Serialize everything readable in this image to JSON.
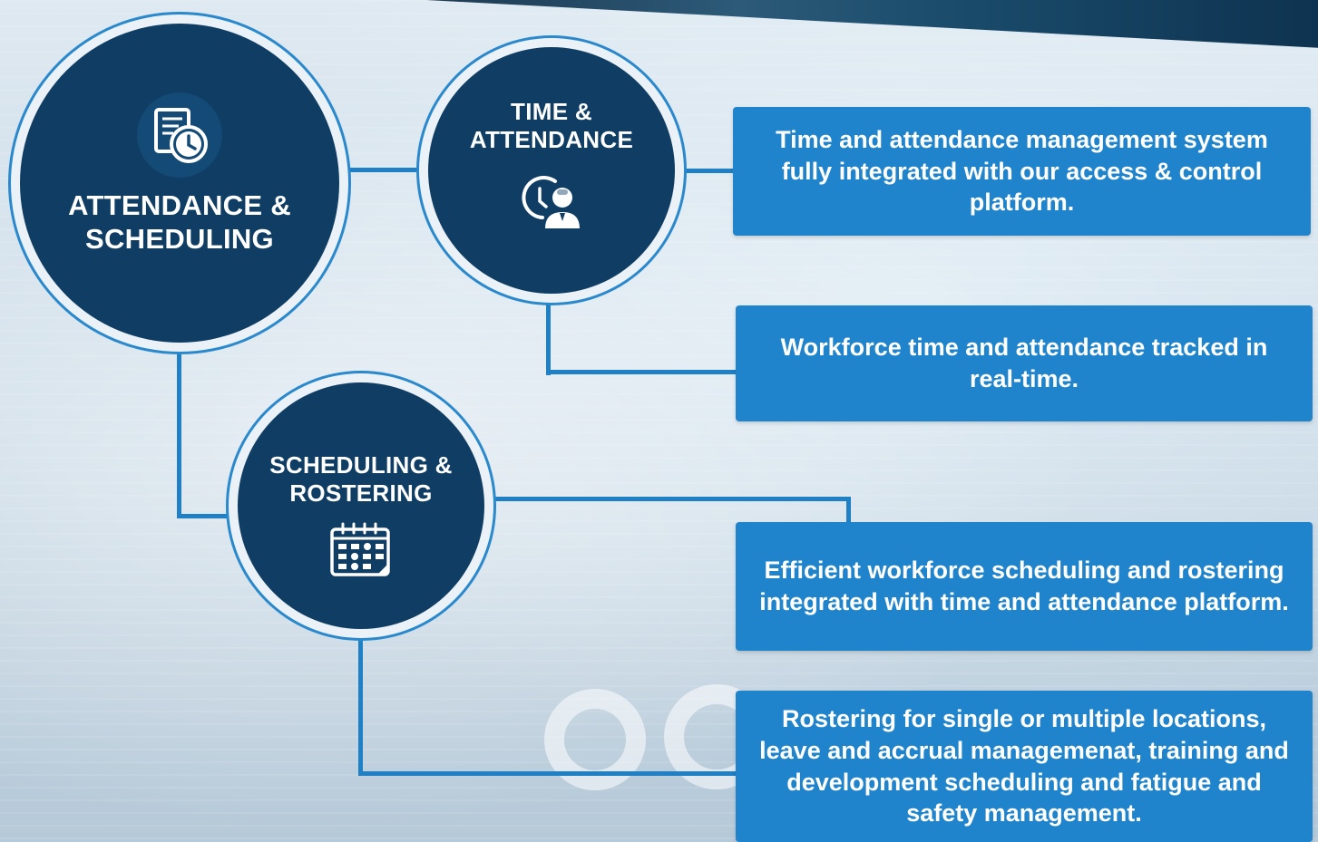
{
  "main_node": {
    "title_line1": "ATTENDANCE &",
    "title_line2": "SCHEDULING",
    "icon": "document-clock-icon"
  },
  "nodes": [
    {
      "title_line1": "TIME &",
      "title_line2": "ATTENDANCE",
      "icon": "clock-person-icon"
    },
    {
      "title_line1": "SCHEDULING &",
      "title_line2": "ROSTERING",
      "icon": "calendar-icon"
    }
  ],
  "descriptions": [
    "Time and attendance management system fully integrated with our access & control platform.",
    "Workforce time and attendance tracked in real-time.",
    "Efficient workforce scheduling and rostering integrated with time and attendance platform.",
    "Rostering for single or multiple locations, leave and accrual managemenat, training and development scheduling and fatigue and safety management."
  ],
  "colors": {
    "node_fill": "#0f3d63",
    "box_fill": "#1f84cb",
    "connector": "#1f80c6",
    "ring": "#2a88cc"
  }
}
